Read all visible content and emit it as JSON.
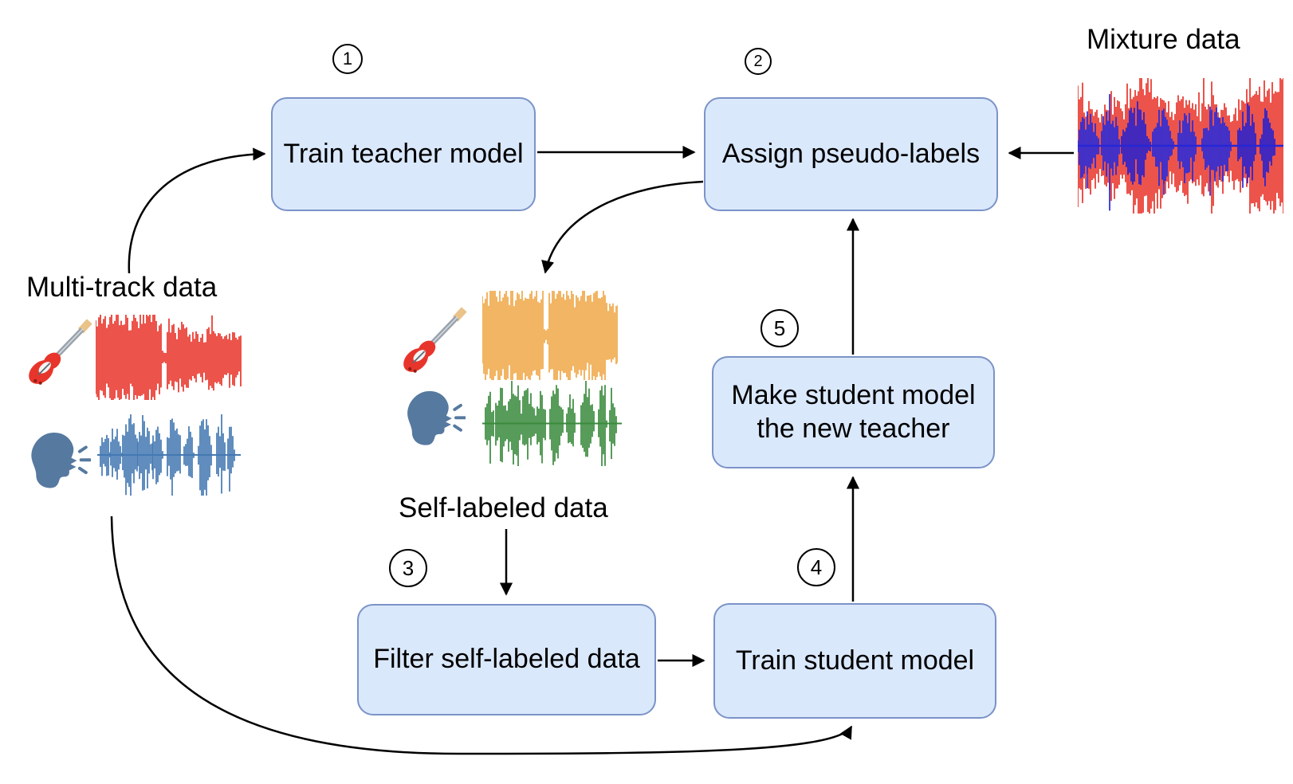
{
  "labels": {
    "multi_track": "Multi-track data",
    "mixture": "Mixture data",
    "self_labeled": "Self-labeled data"
  },
  "steps": {
    "s1": {
      "num": "1",
      "label": "Train teacher model"
    },
    "s2": {
      "num": "2",
      "label": "Assign pseudo-labels"
    },
    "s3": {
      "num": "3",
      "label": "Filter self-labeled data"
    },
    "s4": {
      "num": "4",
      "label": "Train student model"
    },
    "s5": {
      "num": "5",
      "label_line1": "Make student model",
      "label_line2": "the new teacher"
    }
  },
  "icons": {
    "guitar": "electric-guitar-icon",
    "speaking_head": "speaking-head-icon"
  },
  "colors": {
    "node_fill": "#dae8fc",
    "node_stroke": "#7b93c7",
    "arrow": "#000000",
    "guitar_red": "#e8352b",
    "head_blue": "#56799f",
    "music_red": "#e8352b",
    "speech_blue": "#4579b2",
    "music_orange": "#f0a848",
    "speech_green": "#3a8a3d",
    "mixture_red": "#e8352b",
    "mixture_blue": "#2626d6"
  },
  "waveforms": {
    "multitrack_music": {
      "kind": "music",
      "color_key": "music_red"
    },
    "multitrack_speech": {
      "kind": "speech",
      "color_key": "speech_blue"
    },
    "self_labeled_music": {
      "kind": "music",
      "color_key": "music_orange"
    },
    "self_labeled_speech": {
      "kind": "speech",
      "color_key": "speech_green"
    },
    "mixture": {
      "kind": "mixture",
      "music_color_key": "mixture_red",
      "speech_color_key": "mixture_blue"
    }
  }
}
